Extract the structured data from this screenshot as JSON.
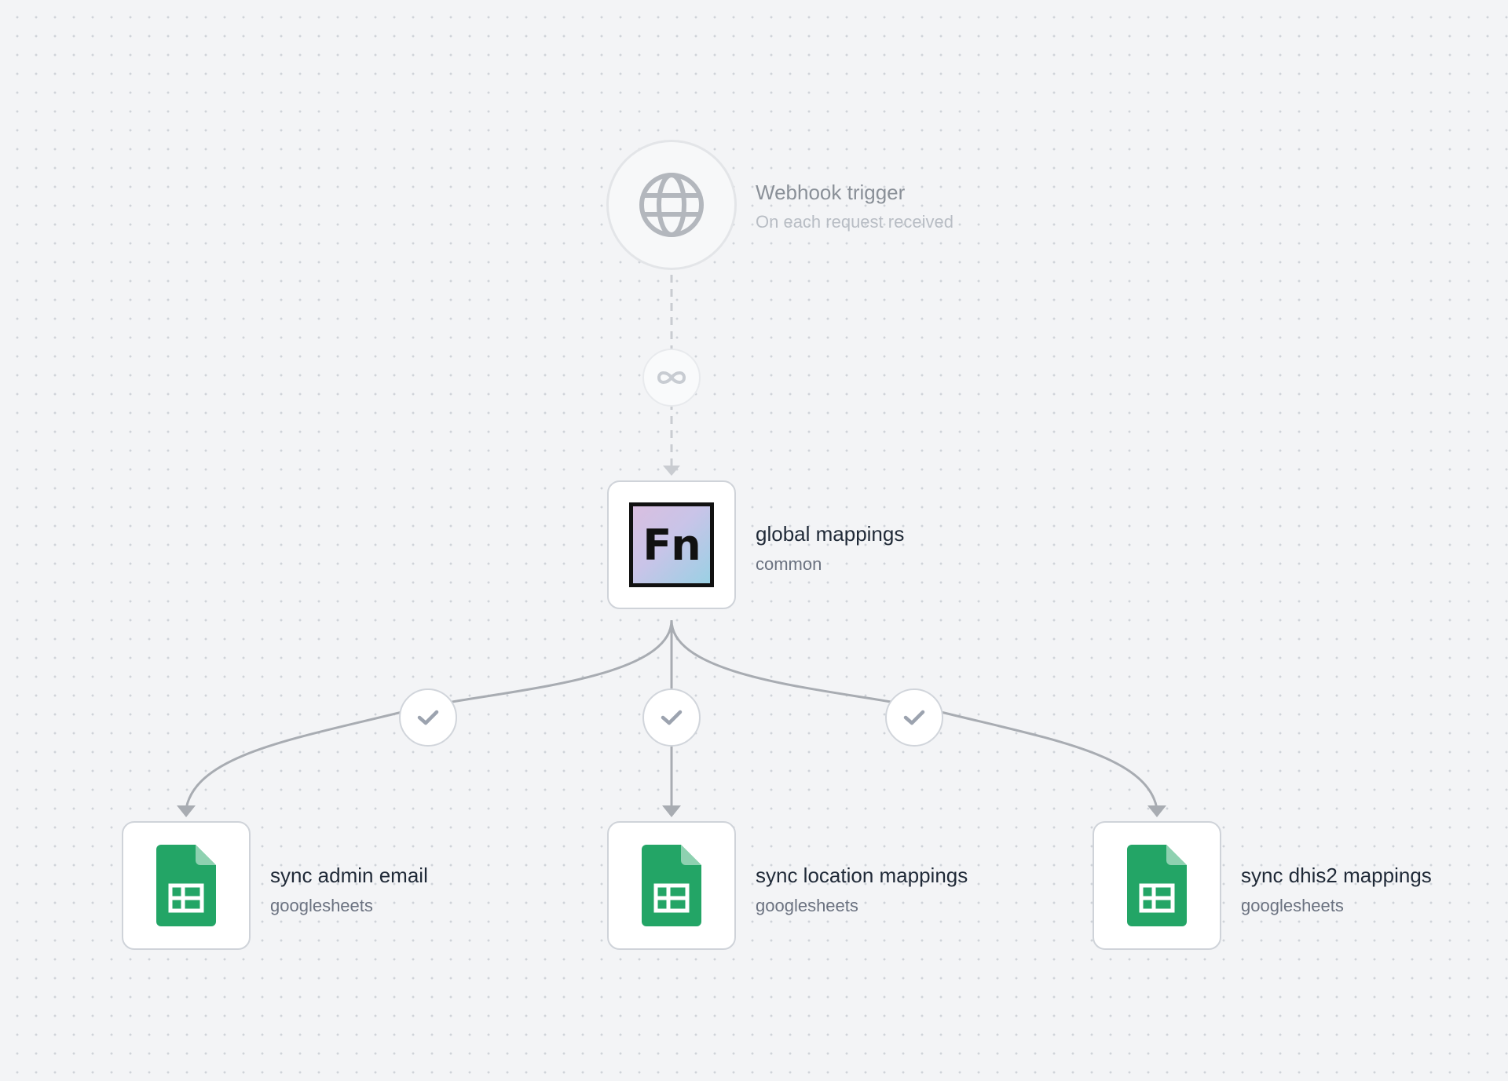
{
  "workflow": {
    "trigger": {
      "title": "Webhook trigger",
      "subtitle": "On each request received",
      "icon": "globe-icon"
    },
    "trigger_edge": {
      "icon": "infinity-icon",
      "style": "dashed"
    },
    "job": {
      "title": "global mappings",
      "subtitle": "common",
      "icon_text": "Fn",
      "icon": "fn-adaptor-icon"
    },
    "job_edges": [
      {
        "icon": "check-icon"
      },
      {
        "icon": "check-icon"
      },
      {
        "icon": "check-icon"
      }
    ],
    "steps": [
      {
        "title": "sync admin email",
        "subtitle": "googlesheets",
        "icon": "google-sheets-icon"
      },
      {
        "title": "sync location mappings",
        "subtitle": "googlesheets",
        "icon": "google-sheets-icon"
      },
      {
        "title": "sync dhis2 mappings",
        "subtitle": "googlesheets",
        "icon": "google-sheets-icon"
      }
    ]
  },
  "colors": {
    "background": "#f3f4f6",
    "edge": "#a8acb2",
    "sheets_green": "#23a566",
    "sheets_fold": "#8ed1b0"
  }
}
